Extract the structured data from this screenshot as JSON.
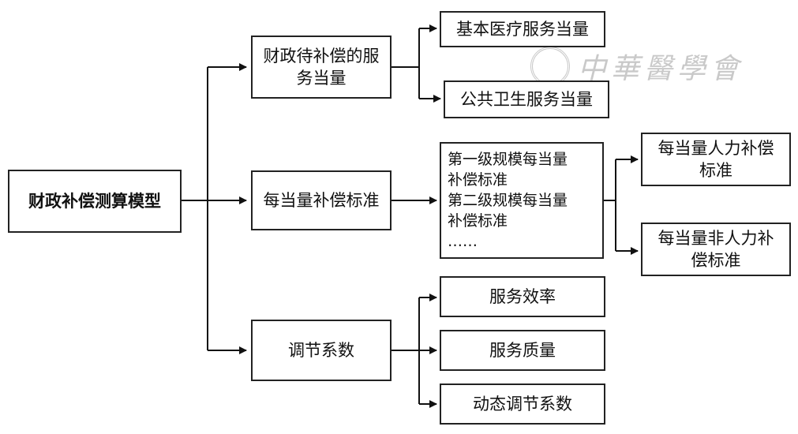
{
  "watermark": {
    "text": "中華醫學會",
    "seal_icon": "seal-icon"
  },
  "nodes": {
    "root": "财政补偿测算模型",
    "service_equivalent": {
      "line1": "财政待补偿的服",
      "line2": "务当量"
    },
    "basic_medical": "基本医疗服务当量",
    "public_health": "公共卫生服务当量",
    "compensation_standard": "每当量补偿标准",
    "scale_list": {
      "line1": "第一级规模每当量",
      "line2": "补偿标准",
      "line3": "第二级规模每当量",
      "line4": "补偿标准",
      "line5": "……"
    },
    "labor_standard": {
      "line1": "每当量人力补偿",
      "line2": "标准"
    },
    "nonlabor_standard": {
      "line1": "每当量非人力补",
      "line2": "偿标准"
    },
    "adjustment": "调节系数",
    "efficiency": "服务效率",
    "quality": "服务质量",
    "dynamic": "动态调节系数"
  }
}
